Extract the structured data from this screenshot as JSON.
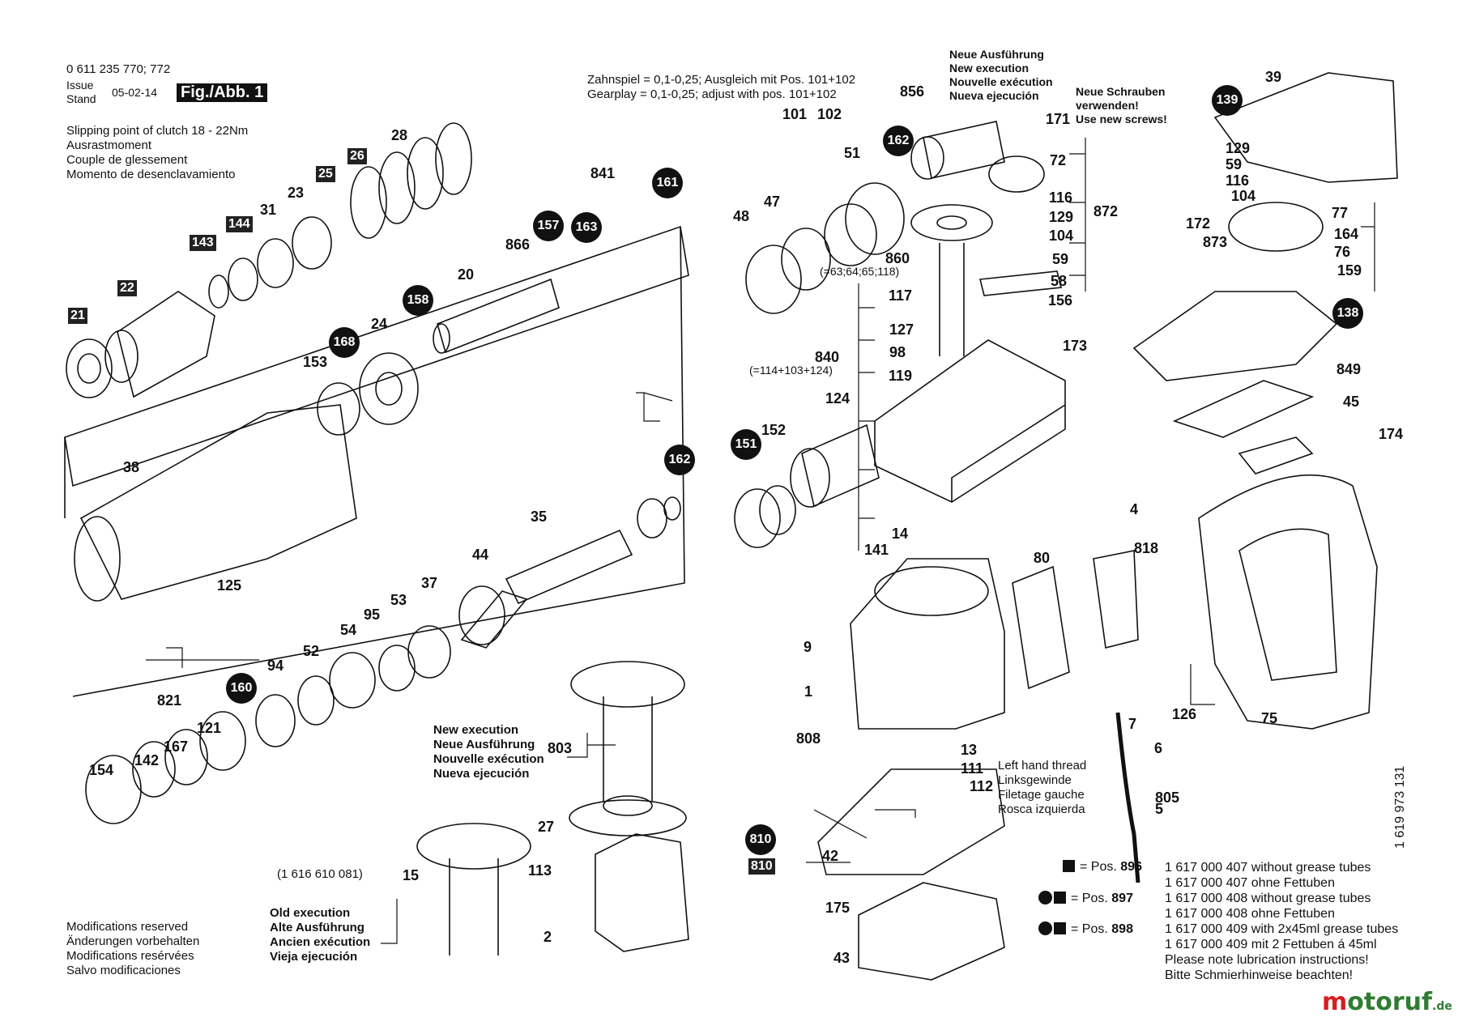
{
  "header": {
    "part_number": "0 611 235 770; 772",
    "issue_label_1": "Issue",
    "issue_label_2": "Stand",
    "issue_date": "05-02-14",
    "fig_label": "Fig./Abb. 1"
  },
  "clutch_note": [
    "Slipping point of clutch 18 - 22Nm",
    "Ausrastmoment",
    "Couple de glessement",
    "Momento de desenclavamiento"
  ],
  "gearplay_note": [
    "Zahnspiel = 0,1-0,25; Ausgleich mit Pos. 101+102",
    "Gearplay  = 0,1-0,25; adjust with pos. 101+102"
  ],
  "new_execution_top": [
    "Neue Ausführung",
    "New execution",
    "Nouvelle exécution",
    "Nueva ejecución"
  ],
  "new_screws": [
    "Neue Schrauben",
    "verwenden!",
    "Use new screws!"
  ],
  "new_execution_armature": [
    "New execution",
    "Neue Ausführung",
    "Nouvelle exécution",
    "Nueva ejecución"
  ],
  "old_execution": [
    "Old execution",
    "Alte Ausführung",
    "Ancien exécution",
    "Vieja ejecución"
  ],
  "left_thread": [
    "Left hand thread",
    "Linksgewinde",
    "Filetage gauche",
    "Rosca izquierda"
  ],
  "modifications": [
    "Modifications reserved",
    "Änderungen vorbehalten",
    "Modifications resérvées",
    "Salvo modificaciones"
  ],
  "sub_notes": {
    "gear_set": "(=63;64;65;118)",
    "assembly_840": "(=114+103+124)",
    "armature_code": "(1 616 610 081)"
  },
  "legend": [
    {
      "symbol": "sq",
      "pos_label": "= Pos.",
      "pos": "896",
      "lines": [
        "1 617 000 407 without grease tubes",
        "1 617 000 407 ohne Fettuben"
      ]
    },
    {
      "symbol": "dot-sq",
      "pos_label": "= Pos.",
      "pos": "897",
      "lines": [
        "1 617 000 408 without grease tubes",
        "1 617 000 408 ohne Fettuben"
      ]
    },
    {
      "symbol": "dot-sq",
      "pos_label": "= Pos.",
      "pos": "898",
      "lines": [
        "1 617 000 409 with 2x45ml grease tubes",
        "1 617 000 409 mit 2 Fettuben á 45ml",
        "Please note lubrication instructions!",
        "Bitte Schmierhinweise beachten!"
      ]
    }
  ],
  "drawing_number": "1 619 973 131",
  "watermark": {
    "m": "m",
    "rest": "otoruf",
    "tld": ".de"
  },
  "boxed_numbers": [
    "21",
    "22",
    "143",
    "144",
    "25",
    "26",
    "810"
  ],
  "circled_numbers": [
    "158",
    "168",
    "157",
    "163",
    "161",
    "162",
    "151",
    "160",
    "139",
    "138",
    "810"
  ],
  "part_numbers": [
    "28",
    "23",
    "31",
    "20",
    "866",
    "841",
    "24",
    "153",
    "38",
    "125",
    "35",
    "44",
    "37",
    "53",
    "95",
    "54",
    "52",
    "94",
    "821",
    "121",
    "167",
    "142",
    "154",
    "152",
    "48",
    "47",
    "101",
    "102",
    "51",
    "856",
    "171",
    "72",
    "116",
    "129",
    "872",
    "104",
    "59",
    "58",
    "156",
    "860",
    "117",
    "127",
    "98",
    "840",
    "119",
    "173",
    "124",
    "14",
    "141",
    "4",
    "818",
    "80",
    "9",
    "1",
    "808",
    "126",
    "7",
    "6",
    "805",
    "5",
    "13",
    "111",
    "112",
    "42",
    "175",
    "43",
    "27",
    "113",
    "2",
    "803",
    "15",
    "39",
    "129",
    "59",
    "116",
    "104",
    "172",
    "77",
    "164",
    "76",
    "873",
    "159",
    "849",
    "45",
    "174",
    "75"
  ],
  "accent_colors": {
    "ink": "#111111",
    "watermark_red": "#d61f1f",
    "watermark_green": "#2f7d32"
  }
}
